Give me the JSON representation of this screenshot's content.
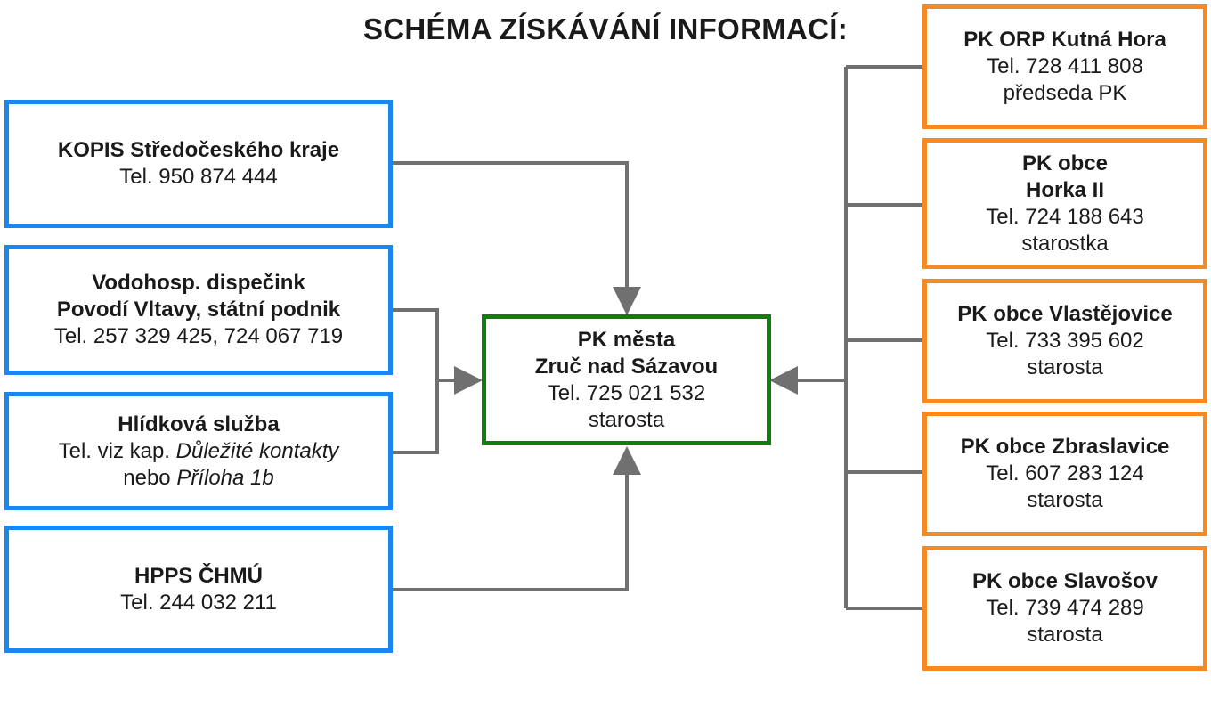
{
  "title": "SCHÉMA ZÍSKÁVÁNÍ INFORMACÍ:",
  "colors": {
    "source": "#1a86ef",
    "center": "#0f7e12",
    "municipality": "#f6891f",
    "connector": "#707070"
  },
  "center": {
    "name_1": "PK města",
    "name_2": "Zruč nad Sázavou",
    "tel": "Tel. 725 021 532",
    "role": "starosta"
  },
  "sources": {
    "kopis": {
      "name": "KOPIS Středočeského kraje",
      "tel": "Tel. 950 874 444"
    },
    "dispecink": {
      "name_1": "Vodohosp. dispečink",
      "name_2": "Povodí Vltavy, státní podnik",
      "tel": "Tel. 257 329 425, 724 067 719"
    },
    "hlidkova": {
      "name": "Hlídková služba",
      "tel_prefix": "Tel. viz kap. ",
      "tel_italic": "Důležité kontakty",
      "or_prefix": "nebo ",
      "or_italic": "Příloha 1b"
    },
    "hpps": {
      "name": "HPPS ČHMÚ",
      "tel": "Tel. 244 032 211"
    }
  },
  "municipalities": {
    "kutna_hora": {
      "name": "PK ORP Kutná Hora",
      "tel": "Tel. 728 411 808",
      "role": "předseda PK"
    },
    "horka": {
      "name_1": "PK obce",
      "name_2": "Horka II",
      "tel": "Tel. 724 188 643",
      "role": "starostka"
    },
    "vlastejovice": {
      "name": "PK obce Vlastějovice",
      "tel": "Tel. 733 395 602",
      "role": "starosta"
    },
    "zbraslavice": {
      "name": "PK obce Zbraslavice",
      "tel": "Tel. 607 283 124",
      "role": "starosta"
    },
    "slavosov": {
      "name": "PK obce Slavošov",
      "tel": "Tel. 739 474 289",
      "role": "starosta"
    }
  }
}
